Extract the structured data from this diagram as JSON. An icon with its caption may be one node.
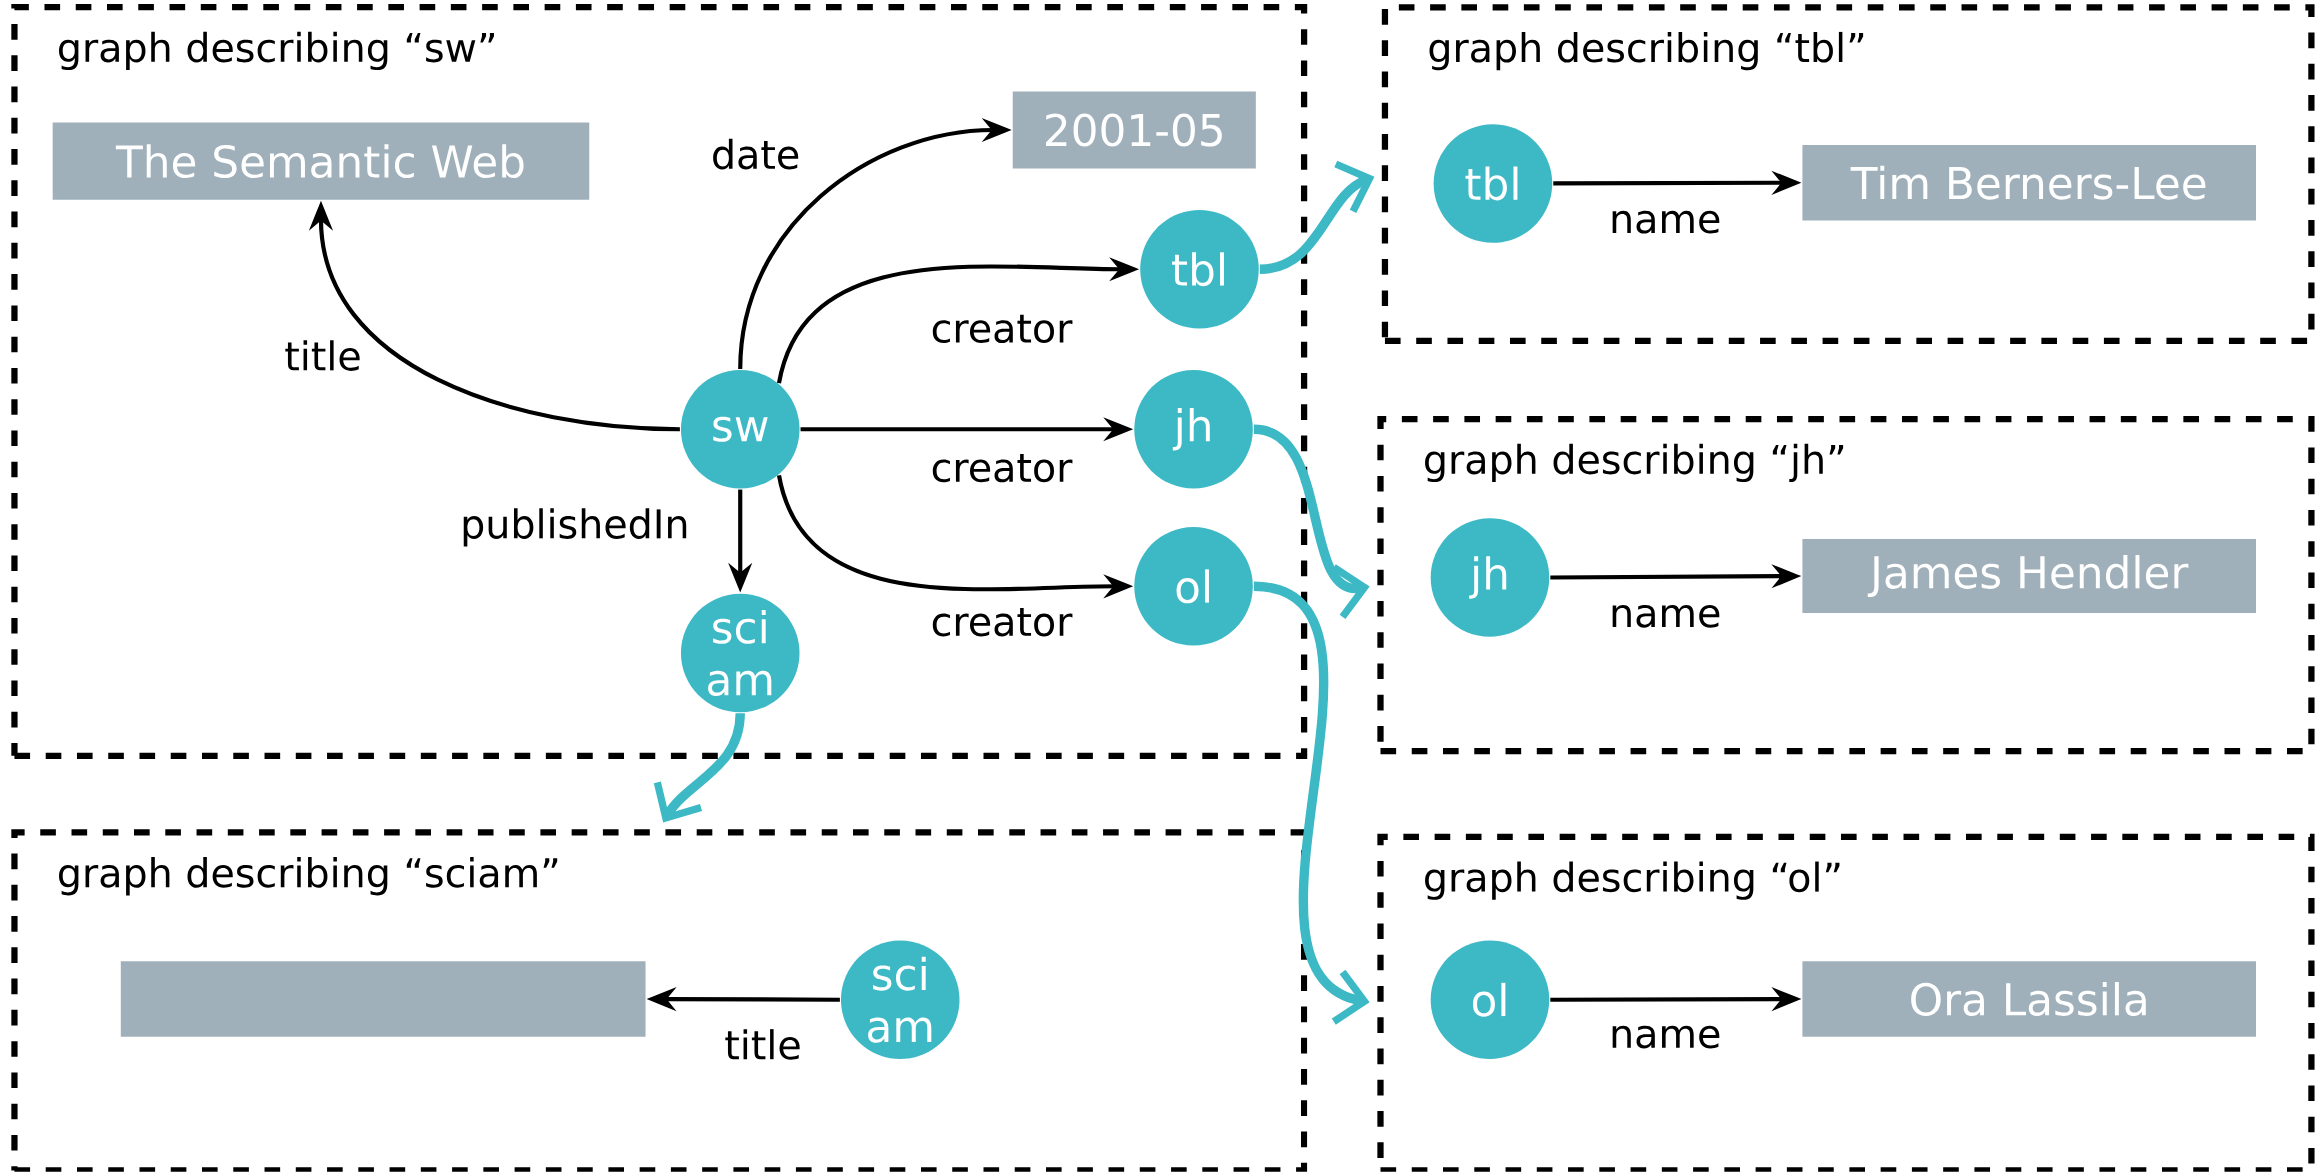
{
  "diagram": {
    "nodes": [
      {
        "text": [
          "graph describing “sw”"
        ]
      },
      {
        "text": [
          "graph describing “tbl”"
        ]
      },
      {
        "text": [
          "graph describing “jh”"
        ]
      },
      {
        "text": [
          "graph describing “sciam”"
        ]
      },
      {
        "text": [
          "graph describing “ol”"
        ]
      },
      {
        "text": [
          "The Semantic Web"
        ],
        "in": 0
      },
      {
        "text": [
          "2001-05"
        ],
        "in": 0
      },
      {
        "text": [
          "sw"
        ],
        "in": 0
      },
      {
        "text": [
          "tbl"
        ],
        "in": 0
      },
      {
        "text": [
          "jh"
        ],
        "in": 0
      },
      {
        "text": [
          "ol"
        ],
        "in": 0
      },
      {
        "text": [
          "sci am"
        ],
        "in": 0
      },
      {
        "text": [
          "tbl"
        ],
        "in": 1
      },
      {
        "text": [
          "Tim Berners-Lee"
        ],
        "in": 1
      },
      {
        "text": [
          "jh"
        ],
        "in": 2
      },
      {
        "text": [
          "James Hendler"
        ],
        "in": 2
      },
      {
        "text": [],
        "shape": "box",
        "in": 3
      },
      {
        "text": [
          "sci am"
        ],
        "in": 3
      },
      {
        "text": [
          "ol"
        ],
        "in": 4
      },
      {
        "text": [
          "Ora Lassila"
        ],
        "in": 4
      }
    ],
    "edges": [
      {
        "from": 7,
        "to": 5,
        "arrow": "to",
        "label": "title"
      },
      {
        "from": 7,
        "to": 6,
        "arrow": "to",
        "label": "date"
      },
      {
        "from": 7,
        "to": 8,
        "arrow": "to",
        "label": "creator"
      },
      {
        "from": 7,
        "to": 9,
        "arrow": "to",
        "label": "creator"
      },
      {
        "from": 7,
        "to": 10,
        "arrow": "to",
        "label": "creator"
      },
      {
        "from": 7,
        "to": 11,
        "arrow": "to",
        "label": "publishedIn"
      },
      {
        "from": 12,
        "to": 13,
        "arrow": "to",
        "label": "name"
      },
      {
        "from": 14,
        "to": 15,
        "arrow": "to",
        "label": "name"
      },
      {
        "from": 17,
        "to": 16,
        "arrow": "to",
        "label": "title"
      },
      {
        "from": 18,
        "to": 19,
        "arrow": "to",
        "label": "name"
      },
      {
        "from": 8,
        "to": 1,
        "arrow": "to",
        "style": "thick",
        "color": "#3db9c6"
      },
      {
        "from": 9,
        "to": 2,
        "arrow": "to",
        "style": "thick",
        "color": "#3db9c6"
      },
      {
        "from": 10,
        "to": 4,
        "arrow": "to",
        "style": "thick",
        "color": "#3db9c6"
      },
      {
        "from": 11,
        "to": 3,
        "arrow": "to",
        "style": "thick",
        "color": "#3db9c6"
      }
    ]
  }
}
